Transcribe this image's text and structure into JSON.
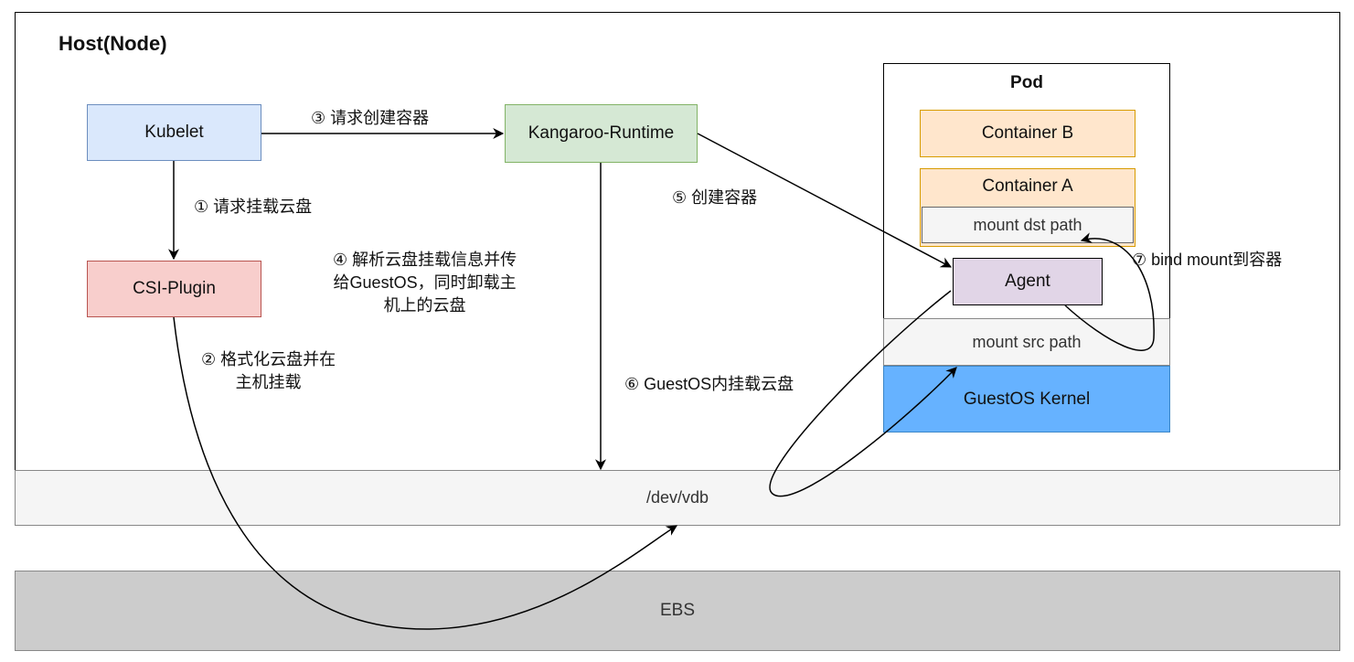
{
  "host": {
    "title": "Host(Node)"
  },
  "pod": {
    "title": "Pod",
    "container_b": "Container B",
    "container_a": "Container A",
    "mount_dst": "mount dst path",
    "agent": "Agent",
    "mount_src": "mount src path",
    "guest_kernel": "GuestOS Kernel"
  },
  "nodes": {
    "kubelet": "Kubelet",
    "csi_plugin": "CSI-Plugin",
    "runtime": "Kangaroo-Runtime"
  },
  "layers": {
    "dev": "/dev/vdb",
    "ebs": "EBS"
  },
  "steps": {
    "s1": "① 请求挂载云盘",
    "s2_line1": "② 格式化云盘并在",
    "s2_line2": "主机挂载",
    "s3": "③ 请求创建容器",
    "s4_line1": "④ 解析云盘挂载信息并传",
    "s4_line2": "给GuestOS，同时卸载主",
    "s4_line3": "机上的云盘",
    "s5": "⑤ 创建容器",
    "s6": "⑥ GuestOS内挂载云盘",
    "s7": "⑦ bind mount到容器"
  },
  "colors": {
    "kubelet_fill": "#dae8fc",
    "kubelet_stroke": "#6c8ebf",
    "csi_fill": "#f8cecc",
    "csi_stroke": "#b85450",
    "runtime_fill": "#d5e8d4",
    "runtime_stroke": "#82b366",
    "container_fill": "#ffe6cc",
    "container_stroke": "#d79b00",
    "agent_fill": "#e1d5e7",
    "kernel_fill": "#66b2ff",
    "kernel_stroke": "#3a86c8",
    "dev_fill": "#f5f5f5",
    "ebs_fill": "#cccccc"
  }
}
